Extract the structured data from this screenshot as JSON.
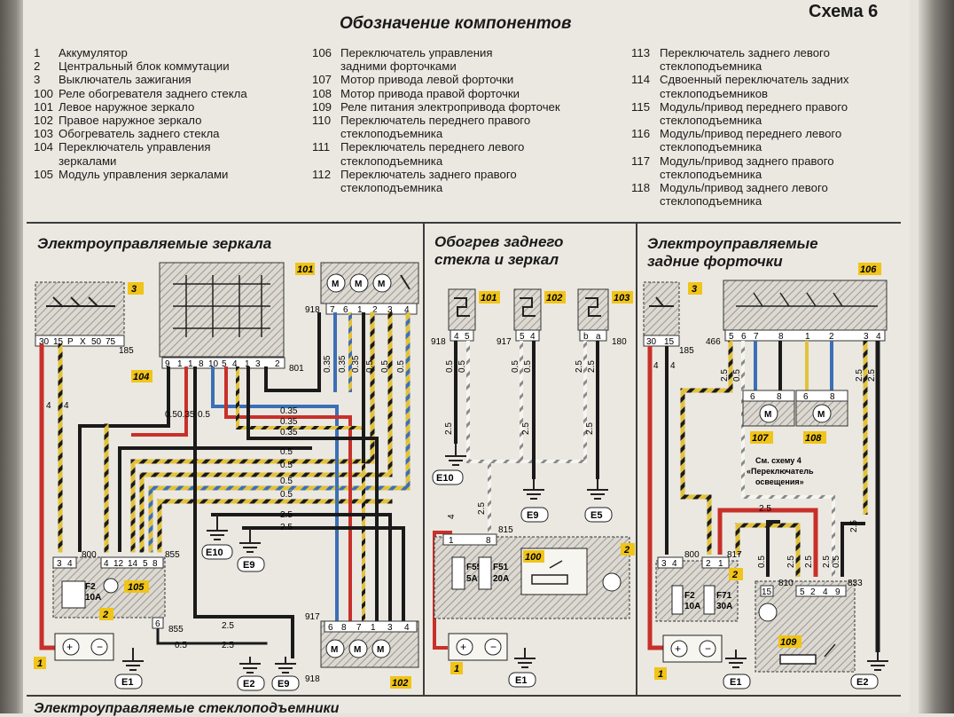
{
  "scheme_number": "Схема 6",
  "legend": {
    "title": "Обозначение компонентов",
    "columns": [
      [
        {
          "num": "1",
          "text": "Аккумулятор"
        },
        {
          "num": "2",
          "text": "Центральный блок коммутации"
        },
        {
          "num": "3",
          "text": "Выключатель зажигания"
        },
        {
          "num": "100",
          "text": "Реле обогревателя заднего стекла"
        },
        {
          "num": "101",
          "text": "Левое наружное зеркало"
        },
        {
          "num": "102",
          "text": "Правое наружное зеркало"
        },
        {
          "num": "103",
          "text": "Обогреватель заднего стекла"
        },
        {
          "num": "104",
          "text": "Переключатель управления\nзеркалами"
        },
        {
          "num": "105",
          "text": "Модуль управления зеркалами"
        }
      ],
      [
        {
          "num": "106",
          "text": "Переключатель управления\nзадними форточками"
        },
        {
          "num": "107",
          "text": "Мотор привода левой форточки"
        },
        {
          "num": "108",
          "text": "Мотор привода правой форточки"
        },
        {
          "num": "109",
          "text": "Реле питания электропривода форточек"
        },
        {
          "num": "110",
          "text": "Переключатель переднего правого\nстеклоподъемника"
        },
        {
          "num": "111",
          "text": "Переключатель переднего левого\nстеклоподъемника"
        },
        {
          "num": "112",
          "text": "Переключатель заднего правого\nстеклоподъемника"
        }
      ],
      [
        {
          "num": "113",
          "text": "Переключатель заднего левого\nстеклоподъемника"
        },
        {
          "num": "114",
          "text": "Сдвоенный переключатель задних\nстеклоподъемников"
        },
        {
          "num": "115",
          "text": "Модуль/привод переднего правого\nстеклоподъемника"
        },
        {
          "num": "116",
          "text": "Модуль/привод переднего левого\nстеклоподъемника"
        },
        {
          "num": "117",
          "text": "Модуль/привод заднего правого\nстеклоподъемника"
        },
        {
          "num": "118",
          "text": "Модуль/привод заднего левого\nстеклоподъемника"
        }
      ]
    ]
  },
  "sections": {
    "mirrors": "Электроуправляемые зеркала",
    "heating_line1": "Обогрев заднего",
    "heating_line2": "стекла и зеркал",
    "vents_line1": "Электроуправляемые",
    "vents_line2": "задние форточки",
    "bottom_cut": "Электроуправляемые стеклоподъемники"
  },
  "labels": {
    "c3": "3",
    "c101": "101",
    "c104": "104",
    "c105": "105",
    "c2": "2",
    "c1": "1",
    "c102": "102",
    "c103": "103",
    "c100": "100",
    "c106": "106",
    "c107": "107",
    "c108": "108",
    "c109": "109",
    "w918": "918",
    "w801": "801",
    "w185": "185",
    "w800": "800",
    "w855": "855",
    "w917": "917",
    "w180": "180",
    "w815": "815",
    "w466": "466",
    "w817": "817",
    "w810": "810",
    "w833": "833",
    "ign_pins": [
      "30",
      "15",
      "P",
      "X",
      "50",
      "75"
    ],
    "mc_pins": [
      "9",
      "1",
      "1",
      "8",
      "10",
      "5",
      "4",
      "1",
      "3",
      "2"
    ],
    "m101_pins": [
      "7",
      "6",
      "1",
      "2",
      "3",
      "4"
    ],
    "m102_pins": [
      "6",
      "8",
      "7",
      "1",
      "3",
      "4"
    ],
    "cbm_pins": [
      "3",
      "4"
    ],
    "cbm_pins2": [
      "4",
      "12",
      "14",
      "5",
      "8"
    ],
    "pin6": "6",
    "h101": [
      "4",
      "5"
    ],
    "h102": [
      "5",
      "4"
    ],
    "h103": [
      "b",
      "a"
    ],
    "vsw_pins": [
      "5",
      "6",
      "7",
      "8",
      "1",
      "2",
      "3",
      "4"
    ],
    "ign2_pins": [
      "30",
      "15"
    ],
    "relay_pins": [
      "15",
      "5",
      "2",
      "4",
      "9"
    ],
    "cb3_pins": [
      "3",
      "4",
      "2",
      "1"
    ],
    "cb2_pins": [
      "1",
      "8"
    ],
    "mot_pins": [
      "6",
      "8"
    ],
    "w035": "0.35",
    "w05": "0.5",
    "w25": "2.5",
    "w4": "4",
    "ground_e1": "E1",
    "ground_e2": "E2",
    "ground_e5": "E5",
    "ground_e9": "E9",
    "ground_e10": "E10",
    "f2": "F2",
    "f2_amp": "10A",
    "f55": "F55",
    "f55_amp": "5A",
    "f51": "F51",
    "f51_amp": "20A",
    "f71": "F71",
    "f71_amp": "30A",
    "see_scheme_line1": "См. схему 4",
    "see_scheme_line2": "«Переключатель",
    "see_scheme_line3": "освещения»"
  },
  "colors": {
    "red": "#c8302a",
    "yellow": "#e2c23c",
    "blue": "#3b6fb6",
    "black": "#1a1a1a",
    "white": "#f5f5f0",
    "brown": "#8a4a22",
    "tag": "#f0c419"
  }
}
